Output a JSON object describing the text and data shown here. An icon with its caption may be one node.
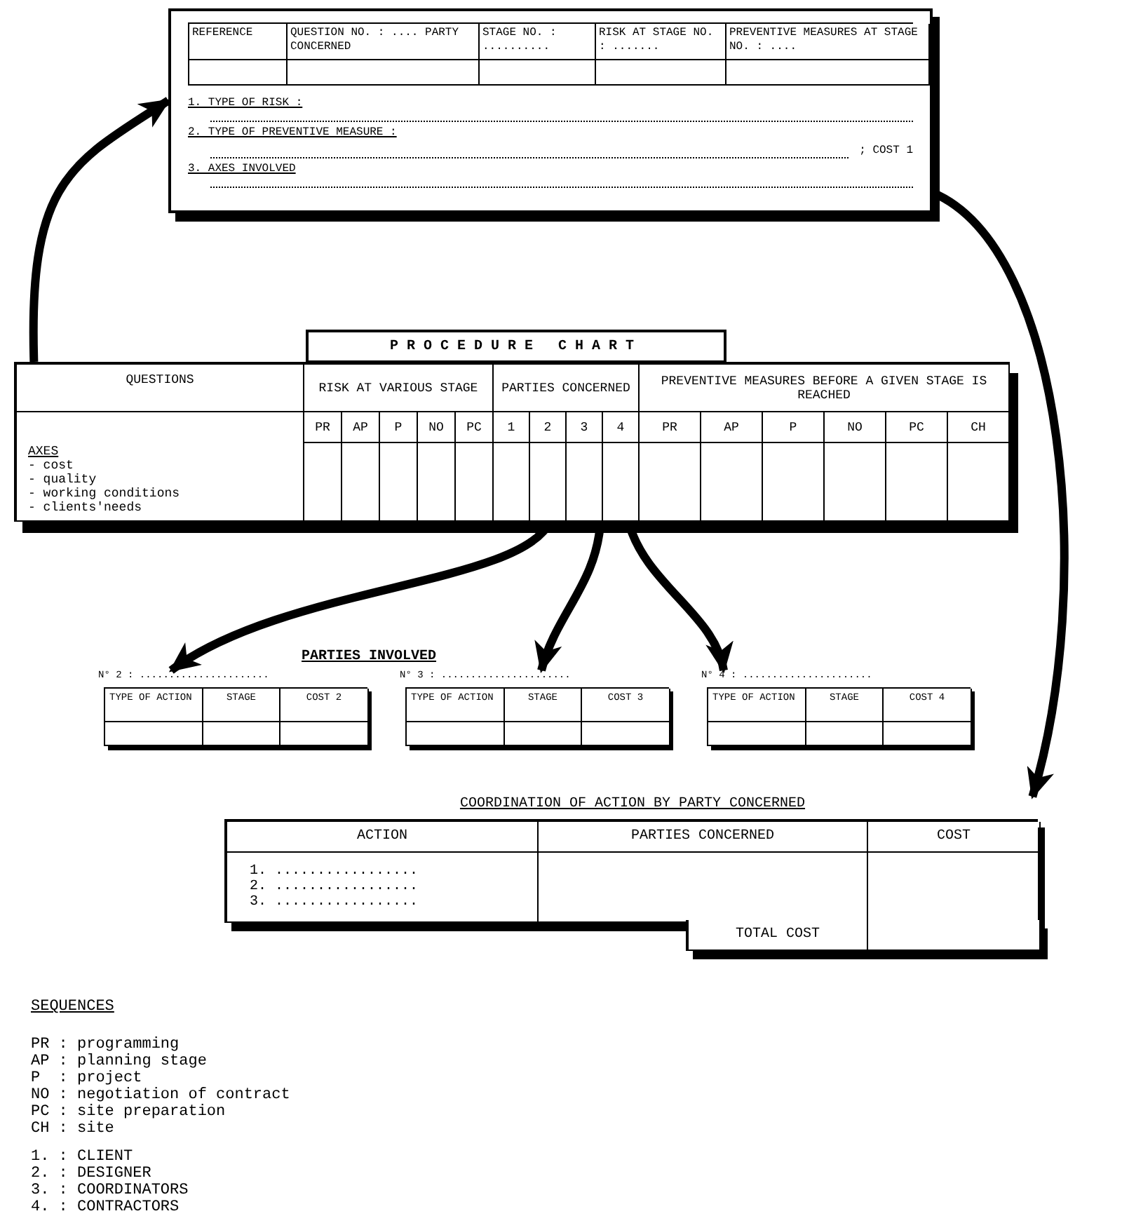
{
  "diagram": {
    "nodes": [
      {
        "text": [
          "REFERENCE",
          "QUESTION NO. : .... PARTY CONCERNED",
          "STAGE NO. : ..........",
          "RISK AT STAGE NO. : .......",
          "PREVENTIVE MEASURES AT STAGE NO. : ....",
          "1. TYPE OF RISK :",
          "2. TYPE OF PREVENTIVE MEASURE :",
          "; COST 1",
          "3. AXES INVOLVED"
        ]
      },
      {
        "text": [
          "PROCEDURE CHART",
          "QUESTIONS",
          "RISK AT VARIOUS STAGE",
          "PARTIES CONCERNED",
          "PREVENTIVE MEASURES BEFORE A GIVEN STAGE IS REACHED",
          "AXES",
          "- cost",
          "- quality",
          "- working conditions",
          "- clients'needs",
          "PR",
          "AP",
          "P",
          "NO",
          "PC",
          "1",
          "2",
          "3",
          "4",
          "PR",
          "AP",
          "P",
          "NO",
          "PC",
          "CH"
        ]
      },
      {
        "text": [
          "N° 2 : ......................",
          "TYPE OF ACTION",
          "STAGE",
          "COST 2"
        ]
      },
      {
        "text": [
          "N° 3 : ......................",
          "TYPE OF ACTION",
          "STAGE",
          "COST 3"
        ]
      },
      {
        "text": [
          "N° 4 : ......................",
          "TYPE OF ACTION",
          "STAGE",
          "COST 4"
        ]
      },
      {
        "text": [
          "COORDINATION OF ACTION BY PARTY CONCERNED",
          "ACTION",
          "PARTIES CONCERNED",
          "COST",
          "1. .................",
          "2. .................",
          "3. .................",
          "TOTAL COST"
        ]
      }
    ],
    "edges": [
      {
        "from": 1,
        "to": 0,
        "arrow": "to"
      },
      {
        "from": 0,
        "to": 5,
        "arrow": "to"
      },
      {
        "from": 1,
        "to": 2,
        "arrow": "to"
      },
      {
        "from": 1,
        "to": 3,
        "arrow": "to"
      },
      {
        "from": 1,
        "to": 4,
        "arrow": "to"
      }
    ],
    "labels": [
      "PARTIES INVOLVED",
      "SEQUENCES",
      "PR : programming",
      "AP : planning stage",
      "P  : project",
      "NO : negotiation of contract",
      "PC : site preparation",
      "CH : site",
      "1. : CLIENT",
      "2. : DESIGNER",
      "3. : COORDINATORS",
      "4. : CONTRACTORS"
    ]
  }
}
